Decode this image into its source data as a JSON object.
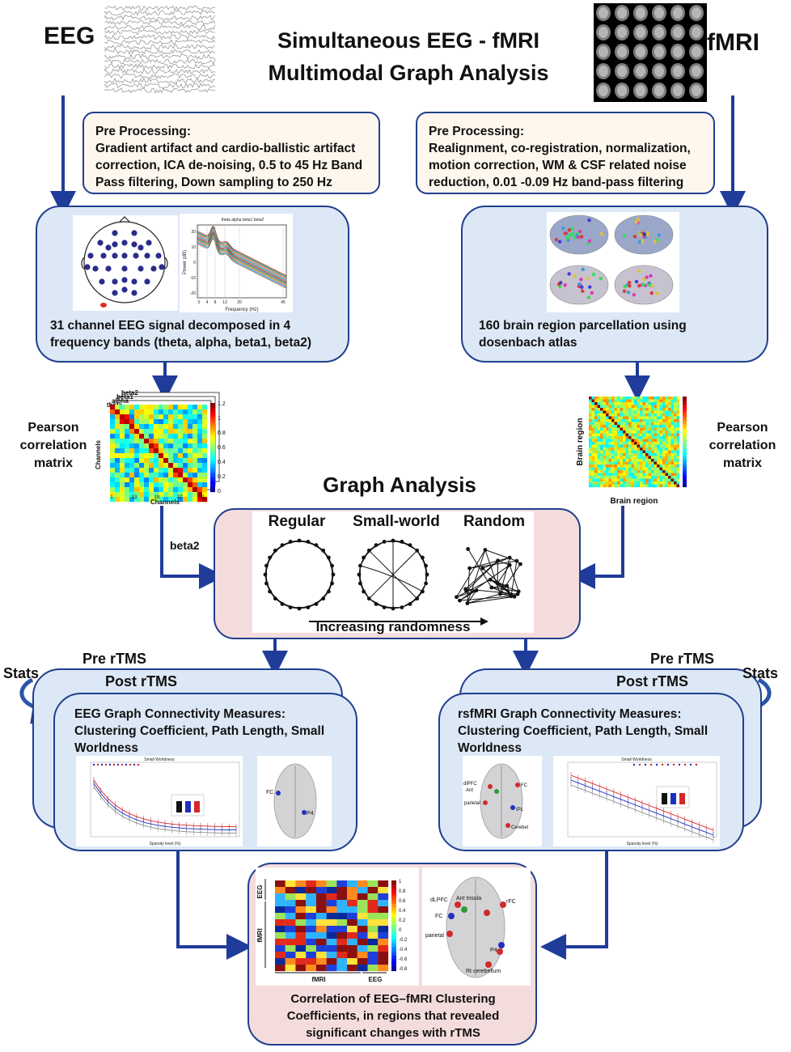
{
  "title": {
    "line1": "Simultaneous EEG - fMRI",
    "line2": "Multimodal Graph Analysis"
  },
  "labels": {
    "eeg": "EEG",
    "fmri": "fMRI"
  },
  "eeg_preprocessing": {
    "heading": "Pre Processing:",
    "text": "Gradient artifact and cardio-ballistic artifact correction, ICA de-noising, 0.5 to 45 Hz Band Pass filtering, Down sampling to 250 Hz"
  },
  "fmri_preprocessing": {
    "heading": "Pre Processing:",
    "text": "Realignment, co-registration, normalization, motion correction, WM & CSF related noise reduction, 0.01 -0.09 Hz band-pass filtering"
  },
  "eeg_signal": {
    "caption": "31 channel EEG signal decomposed in 4 frequency bands (theta, alpha, beta1, beta2)",
    "spectrum_title": "theta alpha beta1 beta2",
    "spectrum_ylabel": "Power (dB)",
    "spectrum_xlabel": "Frequency (Hz)",
    "spectrum_xticks": [
      "0",
      "4",
      "8",
      "13",
      "20",
      "45"
    ],
    "spectrum_yticks": [
      "20",
      "10",
      "0",
      "-10",
      "-20"
    ]
  },
  "fmri_signal": {
    "caption": "160 brain region parcellation using dosenbach atlas"
  },
  "eeg_matrix": {
    "side_label": "Pearson correlation matrix",
    "bands": [
      "beta2",
      "beta1",
      "alpha",
      "theta"
    ],
    "xlabel": "Channels",
    "ylabel": "Channels",
    "colorbar_ticks": [
      "1.2",
      "1",
      "0.8",
      "0.6",
      "0.4",
      "0.2",
      "0"
    ],
    "xticks": [
      "1",
      "13",
      "18",
      "27",
      "31"
    ]
  },
  "fmri_matrix": {
    "side_label": "Pearson correlation matrix",
    "xlabel": "Brain region",
    "ylabel": "Brain region"
  },
  "graph_analysis": {
    "title": "Graph Analysis",
    "networks": [
      "Regular",
      "Small-world",
      "Random"
    ],
    "arrow_label": "Increasing randomness",
    "band_label": "beta2"
  },
  "eeg_results": {
    "pre": "Pre rTMS",
    "post": "Post rTMS",
    "stats": "Stats",
    "caption": "EEG Graph Connectivity Measures: Clustering Coefficient, Path Length, Small Worldness",
    "plot_title": "Small Worldness",
    "plot_xlabel": "Sparsity level (%)",
    "brain_labels": [
      "FC",
      "P4"
    ]
  },
  "fmri_results": {
    "pre": "Pre rTMS",
    "post": "Post rTMS",
    "stats": "Stats",
    "caption": "rsfMRI Graph Connectivity Measures: Clustering Coefficient, Path Length, Small Worldness",
    "plot_title": "Small Worldness",
    "plot_xlabel": "Sparsity level (%)",
    "brain_labels": [
      "dlPFC",
      "Ant",
      "FC",
      "parietal",
      "IPL",
      "Cerebel"
    ]
  },
  "correlation": {
    "caption": "Correlation of EEG–fMRI Clustering Coefficients, in regions that revealed significant changes with rTMS",
    "row_labels": [
      "EEG",
      "fMRI"
    ],
    "col_labels": [
      "fMRI",
      "EEG"
    ],
    "colorbar_ticks": [
      "1",
      "0.8",
      "0.6",
      "0.4",
      "0.2",
      "0",
      "-0.2",
      "-0.4",
      "-0.6",
      "-0.8"
    ],
    "brain_labels": [
      "dLPFC",
      "Ant Insula",
      "rFC",
      "FC",
      "parietal",
      "P4",
      "Rt cerebellum"
    ]
  },
  "colors": {
    "frame": "#1f3f8f",
    "arrow": "#1f3c9a",
    "pre_box": "#fdf7ee",
    "blue_box": "#dde8f6",
    "pink_box": "#f5dcdc"
  }
}
